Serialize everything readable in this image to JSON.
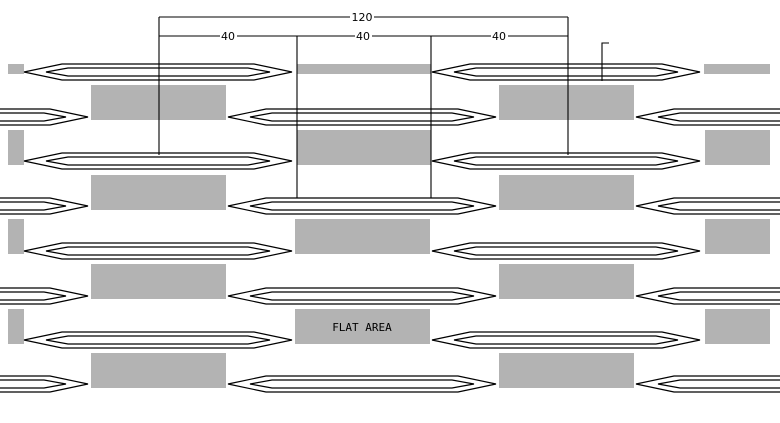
{
  "dimensions": {
    "overall": "120",
    "pitch_1": "40",
    "pitch_2": "40",
    "pitch_3": "40"
  },
  "labels": {
    "flat_area": "FLAT AREA"
  },
  "colors": {
    "flat_fill": "#b3b3b3",
    "line": "#000000",
    "background": "#ffffff"
  }
}
